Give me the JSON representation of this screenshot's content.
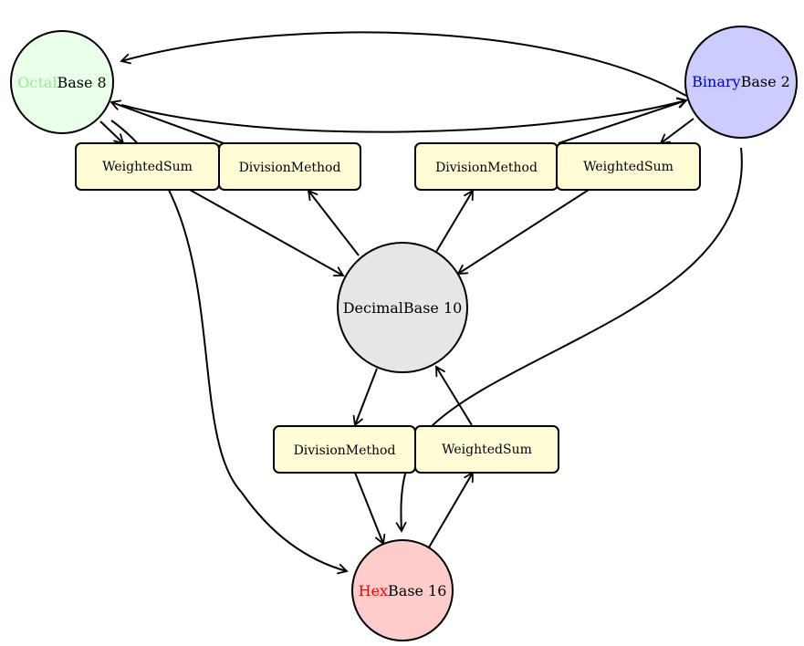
{
  "nodes": {
    "octal": {
      "name": "Octal",
      "base_text": "Base 8",
      "name_color": "#90ee90",
      "fill": "#eaffea"
    },
    "binary": {
      "name": "Binary",
      "base_text": "Base 2",
      "name_color": "#0000cc",
      "fill": "#ccccff"
    },
    "decimal": {
      "name": "Decimal",
      "base_text": "Base 10",
      "name_color": "#000000",
      "fill": "#e6e6e6"
    },
    "hex": {
      "name": "Hex",
      "base_text": "Base 16",
      "name_color": "#ff0000",
      "fill": "#ffcccc"
    }
  },
  "boxes": {
    "octal_weighted": {
      "label": "WeightedSum"
    },
    "octal_division": {
      "label": "DivisionMethod"
    },
    "binary_division": {
      "label": "DivisionMethod"
    },
    "binary_weighted": {
      "label": "WeightedSum"
    },
    "hex_division": {
      "label": "DivisionMethod"
    },
    "hex_weighted": {
      "label": "WeightedSum"
    }
  },
  "colors": {
    "box_fill": "#fffcd6",
    "stroke": "#000000"
  }
}
